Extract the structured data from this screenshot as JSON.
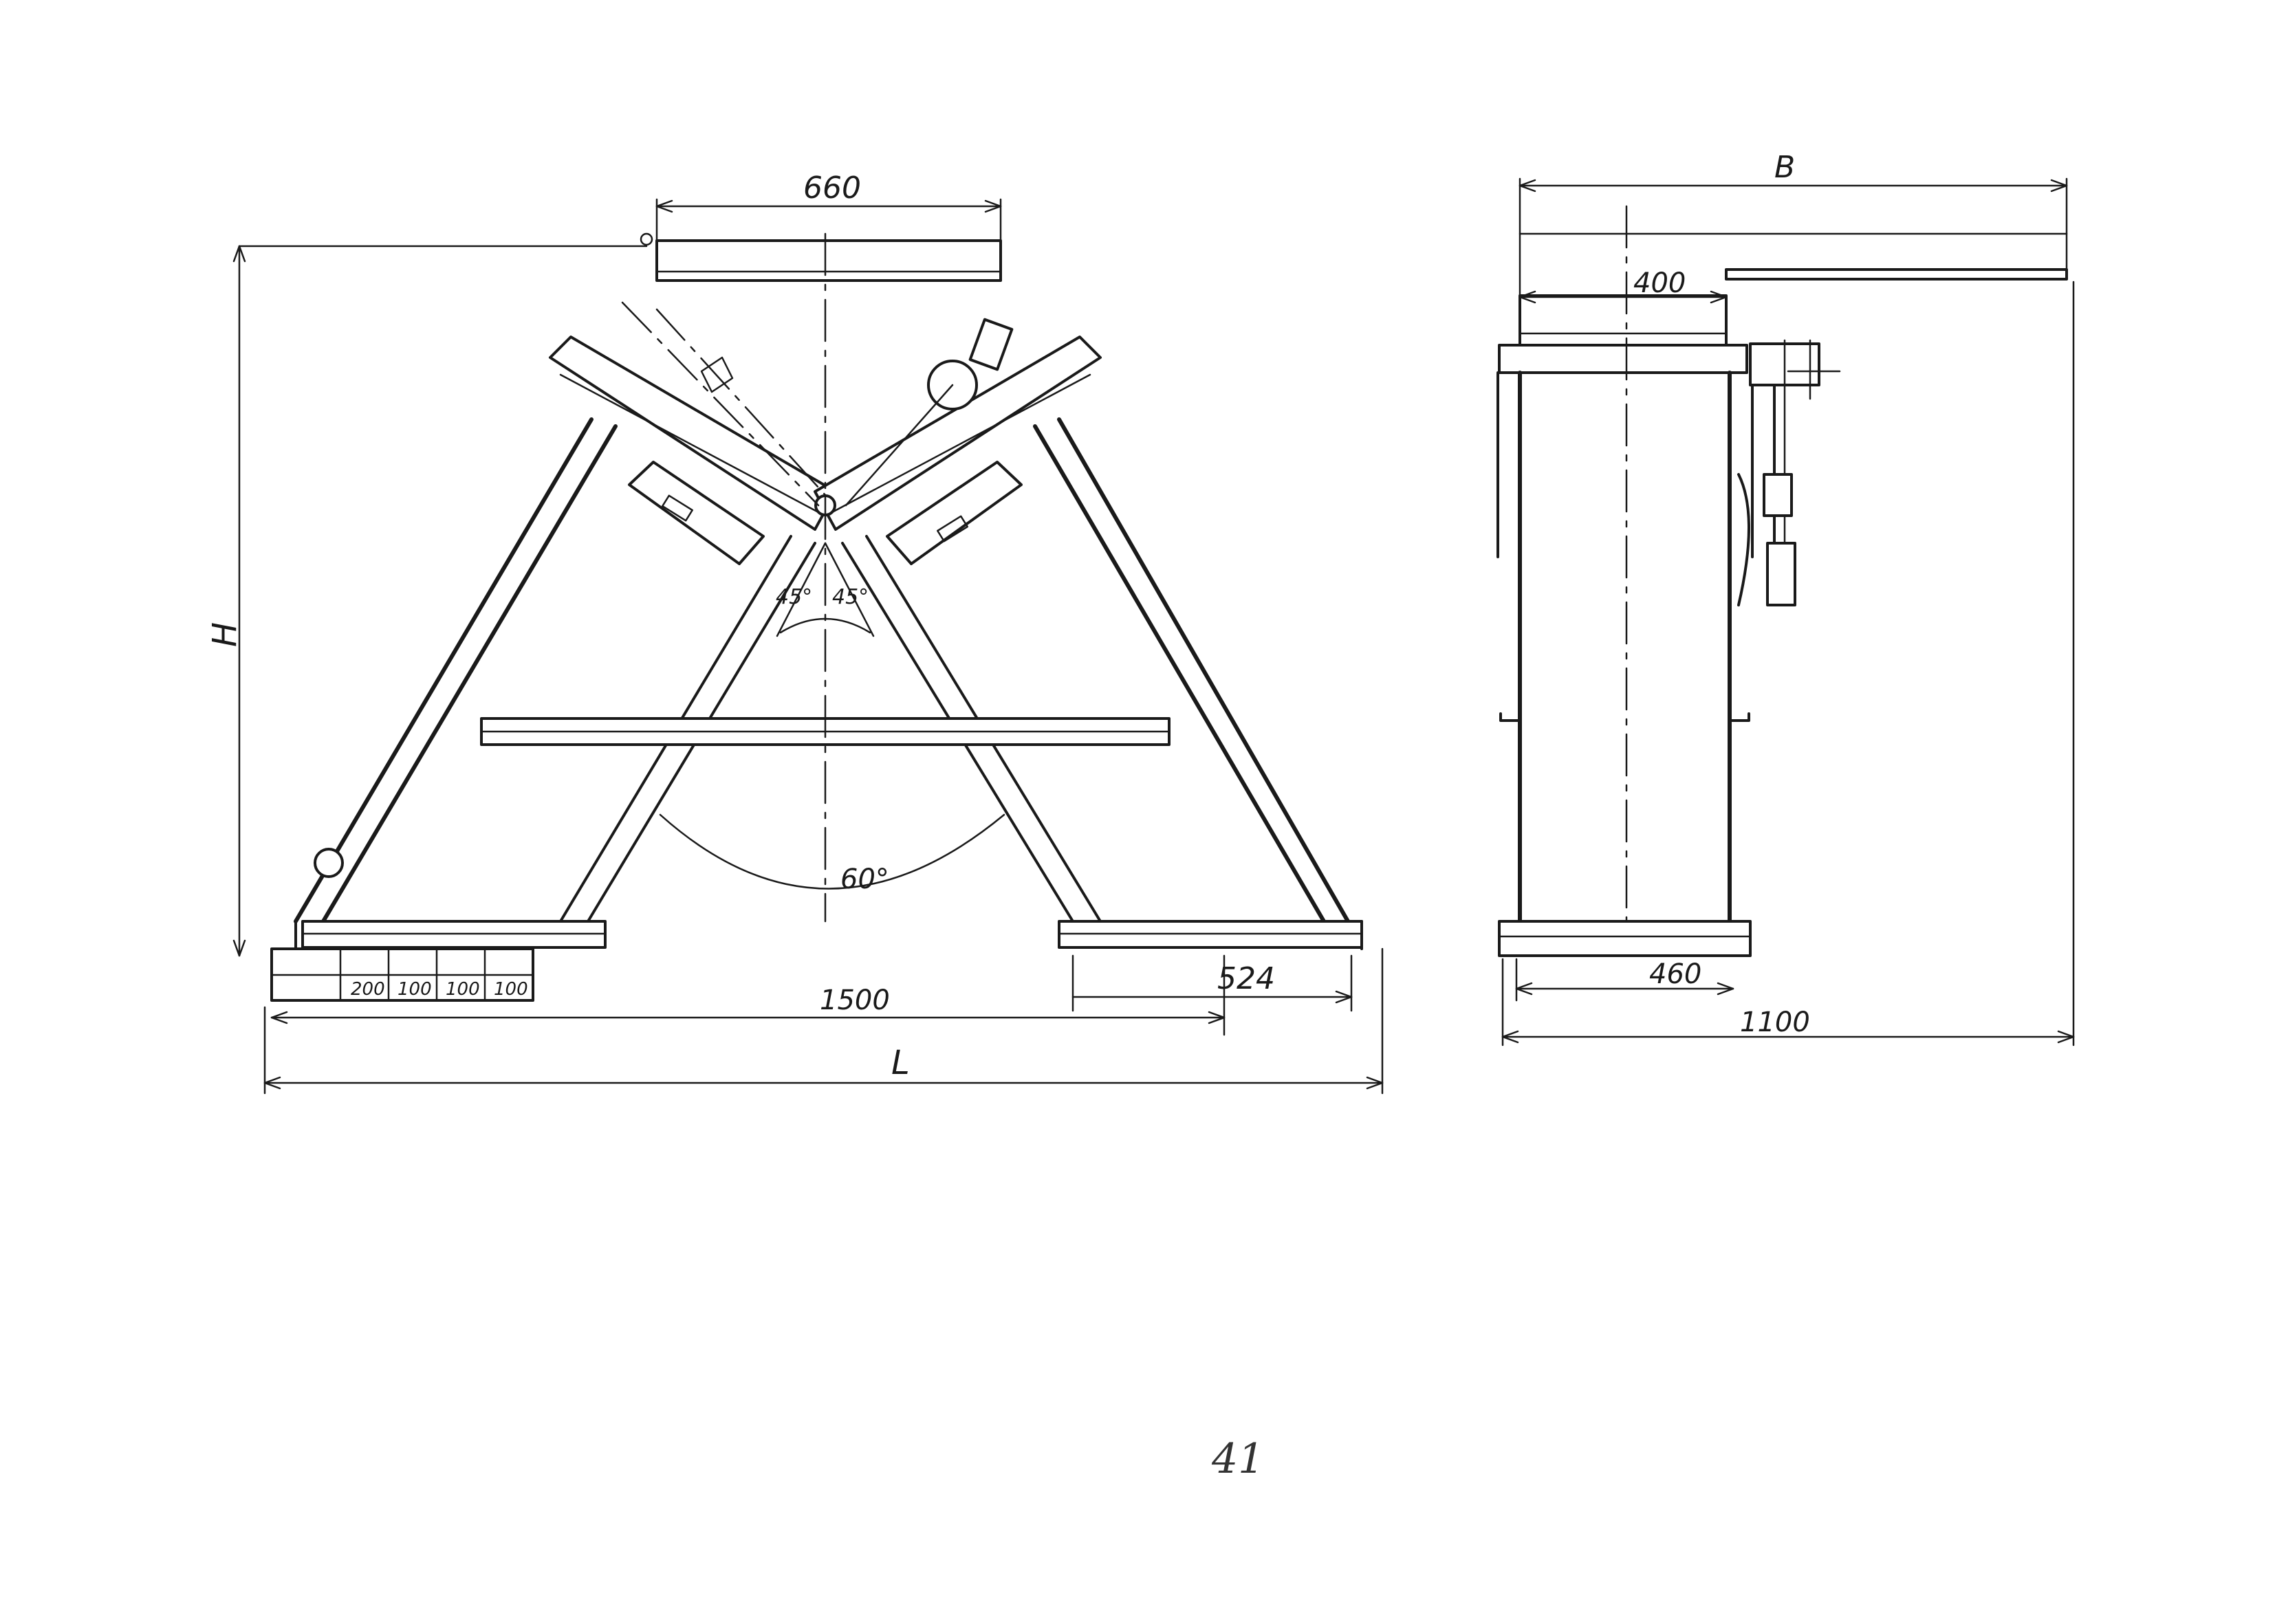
{
  "drawing": {
    "front_view": {
      "dims": {
        "top_width": "660",
        "height_label": "H",
        "angle_left": "45°",
        "angle_right": "45°",
        "angle_bottom": "60°",
        "base_span": "1500",
        "foot_length": "524",
        "overall_length": "L",
        "ruler_values": [
          "200",
          "100",
          "100",
          "100"
        ]
      }
    },
    "side_view": {
      "dims": {
        "overall_width": "B",
        "top_offset": "400",
        "base_width": "460",
        "bottom_overall": "1100"
      }
    },
    "page_number": "41"
  }
}
